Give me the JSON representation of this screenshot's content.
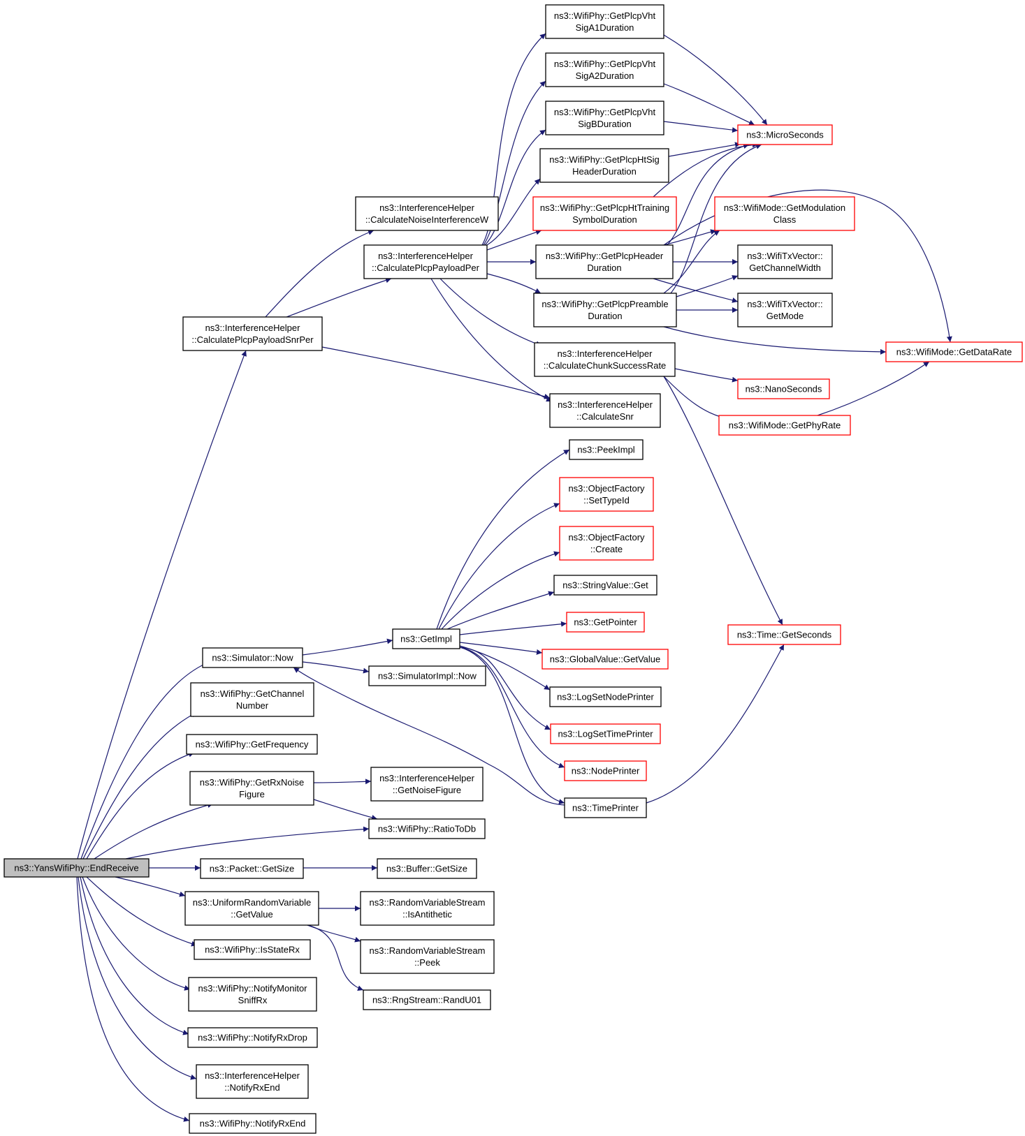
{
  "colors": {
    "edge": "#191970",
    "border_normal": "#000000",
    "border_truncated": "#ff0000",
    "root_fill": "#bfbfbf"
  },
  "nodes": {
    "endReceive": {
      "lines": [
        "ns3::YansWifiPhy::EndReceive"
      ],
      "root": true
    },
    "snrPer": {
      "lines": [
        "ns3::InterferenceHelper",
        "::CalculatePlcpPayloadSnrPer"
      ]
    },
    "noiseInt": {
      "lines": [
        "ns3::InterferenceHelper",
        "::CalculateNoiseInterferenceW"
      ]
    },
    "payloadPer": {
      "lines": [
        "ns3::InterferenceHelper",
        "::CalculatePlcpPayloadPer"
      ]
    },
    "sigA1": {
      "lines": [
        "ns3::WifiPhy::GetPlcpVht",
        "SigA1Duration"
      ]
    },
    "sigA2": {
      "lines": [
        "ns3::WifiPhy::GetPlcpVht",
        "SigA2Duration"
      ]
    },
    "sigB": {
      "lines": [
        "ns3::WifiPhy::GetPlcpVht",
        "SigBDuration"
      ]
    },
    "htSig": {
      "lines": [
        "ns3::WifiPhy::GetPlcpHtSig",
        "HeaderDuration"
      ]
    },
    "htTrain": {
      "lines": [
        "ns3::WifiPhy::GetPlcpHtTraining",
        "SymbolDuration"
      ],
      "truncated": true
    },
    "plcpHeader": {
      "lines": [
        "ns3::WifiPhy::GetPlcpHeader",
        "Duration"
      ]
    },
    "plcpPreamble": {
      "lines": [
        "ns3::WifiPhy::GetPlcpPreamble",
        "Duration"
      ]
    },
    "chunkRate": {
      "lines": [
        "ns3::InterferenceHelper",
        "::CalculateChunkSuccessRate"
      ]
    },
    "calcSnr": {
      "lines": [
        "ns3::InterferenceHelper",
        "::CalculateSnr"
      ]
    },
    "microSec": {
      "lines": [
        "ns3::MicroSeconds"
      ],
      "truncated": true
    },
    "modClass": {
      "lines": [
        "ns3::WifiMode::GetModulation",
        "Class"
      ],
      "truncated": true
    },
    "chanWidth": {
      "lines": [
        "ns3::WifiTxVector::",
        "GetChannelWidth"
      ]
    },
    "getMode": {
      "lines": [
        "ns3::WifiTxVector::",
        "GetMode"
      ]
    },
    "dataRate": {
      "lines": [
        "ns3::WifiMode::GetDataRate"
      ],
      "truncated": true
    },
    "nanoSec": {
      "lines": [
        "ns3::NanoSeconds"
      ],
      "truncated": true
    },
    "phyRate": {
      "lines": [
        "ns3::WifiMode::GetPhyRate"
      ],
      "truncated": true
    },
    "getSeconds": {
      "lines": [
        "ns3::Time::GetSeconds"
      ],
      "truncated": true
    },
    "peekImpl": {
      "lines": [
        "ns3::PeekImpl"
      ]
    },
    "setTypeId": {
      "lines": [
        "ns3::ObjectFactory",
        "::SetTypeId"
      ],
      "truncated": true
    },
    "create": {
      "lines": [
        "ns3::ObjectFactory",
        "::Create"
      ],
      "truncated": true
    },
    "strGet": {
      "lines": [
        "ns3::StringValue::Get"
      ]
    },
    "getPointer": {
      "lines": [
        "ns3::GetPointer"
      ],
      "truncated": true
    },
    "globalValue": {
      "lines": [
        "ns3::GlobalValue::GetValue"
      ],
      "truncated": true
    },
    "logNode": {
      "lines": [
        "ns3::LogSetNodePrinter"
      ]
    },
    "logTime": {
      "lines": [
        "ns3::LogSetTimePrinter"
      ],
      "truncated": true
    },
    "nodePrinter": {
      "lines": [
        "ns3::NodePrinter"
      ],
      "truncated": true
    },
    "timePrinter": {
      "lines": [
        "ns3::TimePrinter"
      ]
    },
    "getImpl": {
      "lines": [
        "ns3::GetImpl"
      ]
    },
    "simNow": {
      "lines": [
        "ns3::Simulator::Now"
      ]
    },
    "simImplNow": {
      "lines": [
        "ns3::SimulatorImpl::Now"
      ]
    },
    "chanNum": {
      "lines": [
        "ns3::WifiPhy::GetChannel",
        "Number"
      ]
    },
    "freq": {
      "lines": [
        "ns3::WifiPhy::GetFrequency"
      ]
    },
    "rxNoise": {
      "lines": [
        "ns3::WifiPhy::GetRxNoise",
        "Figure"
      ]
    },
    "noiseFig": {
      "lines": [
        "ns3::InterferenceHelper",
        "::GetNoiseFigure"
      ]
    },
    "ratioToDb": {
      "lines": [
        "ns3::WifiPhy::RatioToDb"
      ]
    },
    "pktSize": {
      "lines": [
        "ns3::Packet::GetSize"
      ]
    },
    "bufSize": {
      "lines": [
        "ns3::Buffer::GetSize"
      ]
    },
    "uniformGet": {
      "lines": [
        "ns3::UniformRandomVariable",
        "::GetValue"
      ]
    },
    "isAnti": {
      "lines": [
        "ns3::RandomVariableStream",
        "::IsAntithetic"
      ]
    },
    "peek": {
      "lines": [
        "ns3::RandomVariableStream",
        "::Peek"
      ]
    },
    "randU01": {
      "lines": [
        "ns3::RngStream::RandU01"
      ]
    },
    "isStateRx": {
      "lines": [
        "ns3::WifiPhy::IsStateRx"
      ]
    },
    "notifyMon": {
      "lines": [
        "ns3::WifiPhy::NotifyMonitor",
        "SniffRx"
      ]
    },
    "notifyDrop": {
      "lines": [
        "ns3::WifiPhy::NotifyRxDrop"
      ]
    },
    "ihNotifyEnd": {
      "lines": [
        "ns3::InterferenceHelper",
        "::NotifyRxEnd"
      ]
    },
    "phyNotifyEnd": {
      "lines": [
        "ns3::WifiPhy::NotifyRxEnd"
      ]
    }
  },
  "edges": [
    [
      "endReceive",
      "snrPer"
    ],
    [
      "endReceive",
      "simNow"
    ],
    [
      "endReceive",
      "chanNum"
    ],
    [
      "endReceive",
      "freq"
    ],
    [
      "endReceive",
      "rxNoise"
    ],
    [
      "endReceive",
      "ratioToDb"
    ],
    [
      "endReceive",
      "pktSize"
    ],
    [
      "endReceive",
      "uniformGet"
    ],
    [
      "endReceive",
      "isStateRx"
    ],
    [
      "endReceive",
      "notifyMon"
    ],
    [
      "endReceive",
      "notifyDrop"
    ],
    [
      "endReceive",
      "ihNotifyEnd"
    ],
    [
      "endReceive",
      "phyNotifyEnd"
    ],
    [
      "snrPer",
      "noiseInt"
    ],
    [
      "snrPer",
      "payloadPer"
    ],
    [
      "snrPer",
      "calcSnr"
    ],
    [
      "payloadPer",
      "sigA1"
    ],
    [
      "payloadPer",
      "sigA2"
    ],
    [
      "payloadPer",
      "sigB"
    ],
    [
      "payloadPer",
      "htSig"
    ],
    [
      "payloadPer",
      "htTrain"
    ],
    [
      "payloadPer",
      "plcpHeader"
    ],
    [
      "payloadPer",
      "plcpPreamble"
    ],
    [
      "payloadPer",
      "chunkRate"
    ],
    [
      "payloadPer",
      "calcSnr"
    ],
    [
      "sigA1",
      "microSec"
    ],
    [
      "sigA2",
      "microSec"
    ],
    [
      "sigB",
      "microSec"
    ],
    [
      "htSig",
      "microSec"
    ],
    [
      "htTrain",
      "microSec"
    ],
    [
      "plcpHeader",
      "modClass"
    ],
    [
      "plcpHeader",
      "chanWidth"
    ],
    [
      "plcpHeader",
      "getMode"
    ],
    [
      "plcpHeader",
      "microSec"
    ],
    [
      "plcpHeader",
      "dataRate"
    ],
    [
      "plcpPreamble",
      "modClass"
    ],
    [
      "plcpPreamble",
      "chanWidth"
    ],
    [
      "plcpPreamble",
      "getMode"
    ],
    [
      "plcpPreamble",
      "microSec"
    ],
    [
      "plcpPreamble",
      "dataRate"
    ],
    [
      "chunkRate",
      "nanoSec"
    ],
    [
      "chunkRate",
      "phyRate"
    ],
    [
      "chunkRate",
      "getSeconds"
    ],
    [
      "phyRate",
      "dataRate"
    ],
    [
      "simNow",
      "getImpl"
    ],
    [
      "simNow",
      "simImplNow"
    ],
    [
      "getImpl",
      "peekImpl"
    ],
    [
      "getImpl",
      "setTypeId"
    ],
    [
      "getImpl",
      "create"
    ],
    [
      "getImpl",
      "strGet"
    ],
    [
      "getImpl",
      "getPointer"
    ],
    [
      "getImpl",
      "globalValue"
    ],
    [
      "getImpl",
      "logNode"
    ],
    [
      "getImpl",
      "logTime"
    ],
    [
      "getImpl",
      "nodePrinter"
    ],
    [
      "getImpl",
      "timePrinter"
    ],
    [
      "timePrinter",
      "simNow"
    ],
    [
      "timePrinter",
      "getSeconds"
    ],
    [
      "rxNoise",
      "noiseFig"
    ],
    [
      "rxNoise",
      "ratioToDb"
    ],
    [
      "pktSize",
      "bufSize"
    ],
    [
      "uniformGet",
      "isAnti"
    ],
    [
      "uniformGet",
      "peek"
    ],
    [
      "uniformGet",
      "randU01"
    ]
  ]
}
